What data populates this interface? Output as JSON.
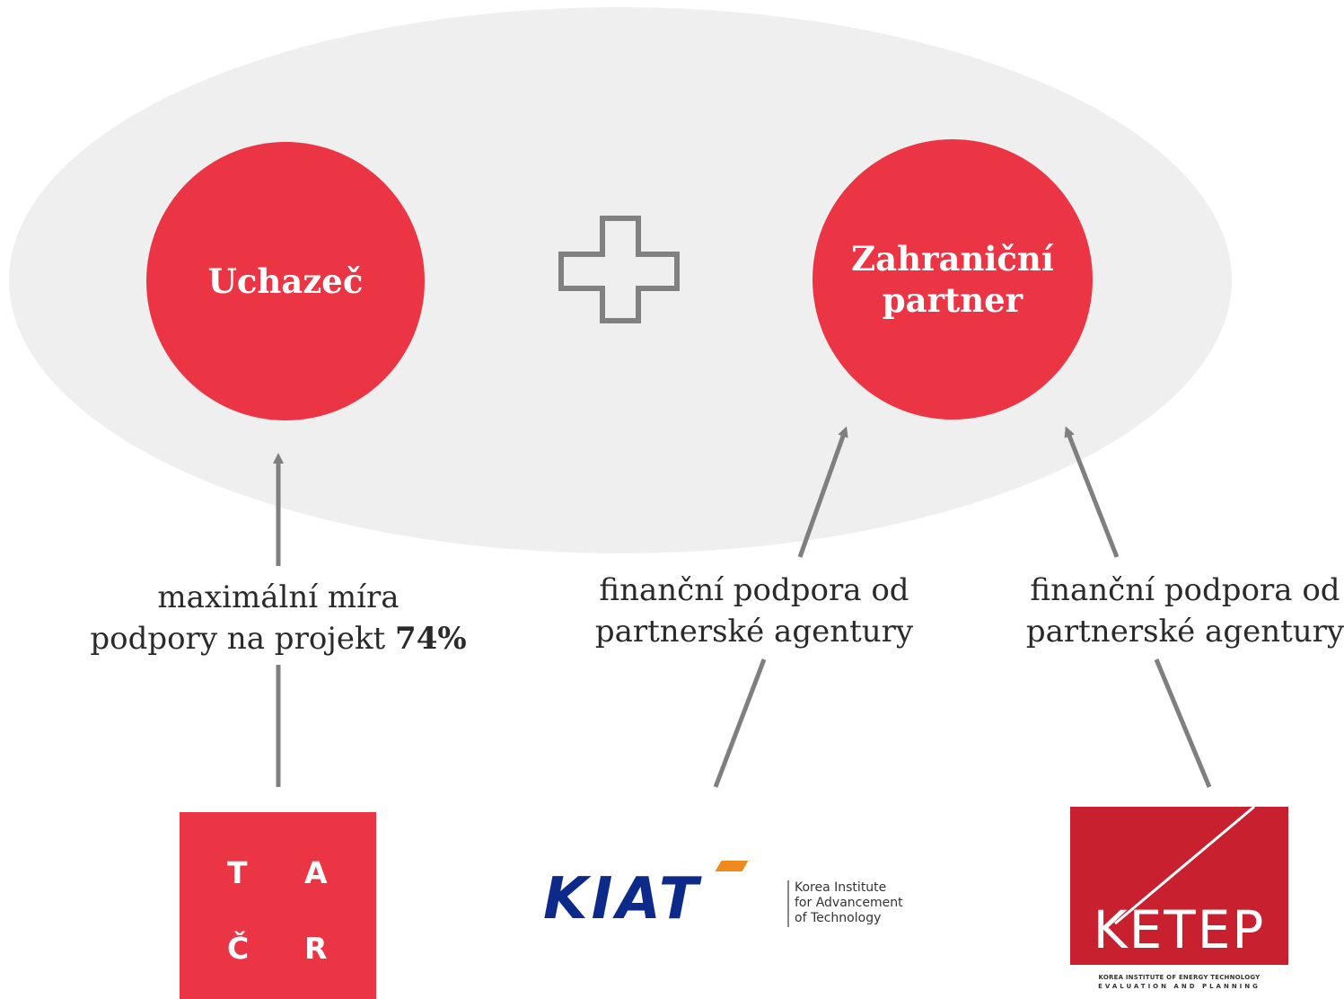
{
  "diagram": {
    "left_node": {
      "label": "Uchazeč"
    },
    "right_node": {
      "line1": "Zahraniční",
      "line2": "partner"
    },
    "plus_icon": "plus-outline-icon",
    "left_label": {
      "line1": "maximální míra",
      "line2_prefix": "podpory na projekt ",
      "line2_value": "74%"
    },
    "middle_label": {
      "line1": "finanční podpora od",
      "line2": "partnerské agentury"
    },
    "right_label": {
      "line1": "finanční podpora od",
      "line2": "partnerské agentury"
    },
    "colors": {
      "node": "#ec3544",
      "ellipse": "#efefef",
      "arrow": "#7f7f7f",
      "plus": "#808080"
    }
  },
  "logos": {
    "tacr": {
      "l1": "T",
      "l2": "A",
      "l3": "Č",
      "l4": "R"
    },
    "kiat": {
      "word": "KIAT",
      "sub1": "Korea Institute",
      "sub2": "for Advancement",
      "sub3": "of Technology"
    },
    "ketep": {
      "word": "KETEP",
      "sub1": "KOREA INSTITUTE OF ENERGY TECHNOLOGY",
      "sub2": "EVALUATION AND PLANNING"
    }
  }
}
